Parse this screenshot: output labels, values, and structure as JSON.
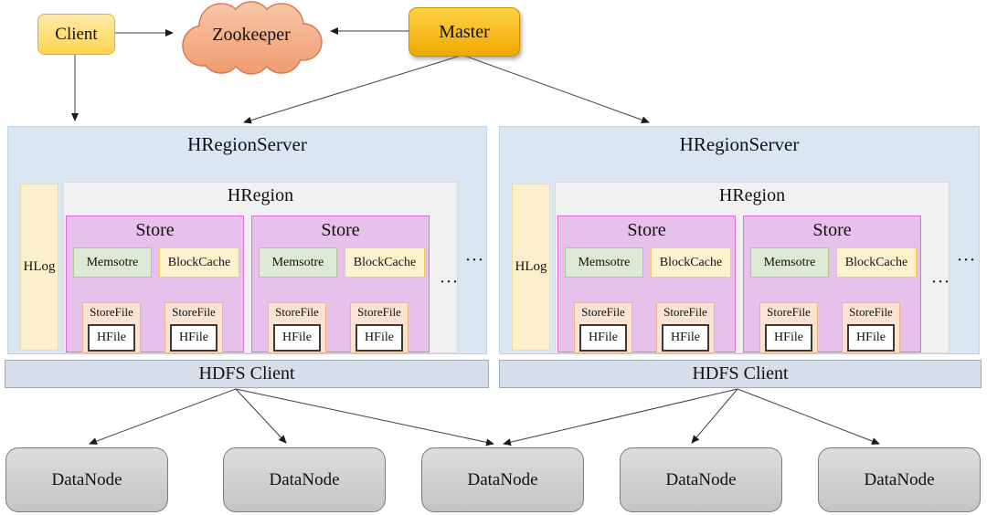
{
  "colors": {
    "region_server_fill": "#dae6f2",
    "hregion_fill": "#f1f1f1",
    "store_fill": "#e5c1ec",
    "store_border": "#e36be0",
    "memstore_fill": "#dde9d5",
    "blockcache_fill": "#fcf2ce",
    "storefile_fill": "#fae3d3",
    "hlog_fill": "#fbf0cb",
    "hdfs_fill": "#d8dee9",
    "datanode_fill": "#cfcfcf",
    "client_fill": "#ffd44e",
    "master_fill": "#ffc107",
    "zookeeper_fill": "#f4a97f"
  },
  "nodes": {
    "client": {
      "label": "Client"
    },
    "zookeeper": {
      "label": "Zookeeper"
    },
    "master": {
      "label": "Master"
    }
  },
  "region_servers": [
    {
      "title": "HRegionServer",
      "hlog_label": "HLog",
      "hregion_title": "HRegion",
      "ellipsis_inner": "···",
      "ellipsis_outer": "···",
      "stores": [
        {
          "title": "Store",
          "memstore_label": "Memsotre",
          "blockcache_label": "BlockCache",
          "store_files": [
            {
              "label": "StoreFile",
              "hfile_label": "HFile"
            },
            {
              "label": "StoreFile",
              "hfile_label": "HFile"
            }
          ]
        },
        {
          "title": "Store",
          "memstore_label": "Memsotre",
          "blockcache_label": "BlockCache",
          "store_files": [
            {
              "label": "StoreFile",
              "hfile_label": "HFile"
            },
            {
              "label": "StoreFile",
              "hfile_label": "HFile"
            }
          ]
        }
      ]
    },
    {
      "title": "HRegionServer",
      "hlog_label": "HLog",
      "hregion_title": "HRegion",
      "ellipsis_inner": "···",
      "ellipsis_outer": "···",
      "stores": [
        {
          "title": "Store",
          "memstore_label": "Memsotre",
          "blockcache_label": "BlockCache",
          "store_files": [
            {
              "label": "StoreFile",
              "hfile_label": "HFile"
            },
            {
              "label": "StoreFile",
              "hfile_label": "HFile"
            }
          ]
        },
        {
          "title": "Store",
          "memstore_label": "Memsotre",
          "blockcache_label": "BlockCache",
          "store_files": [
            {
              "label": "StoreFile",
              "hfile_label": "HFile"
            },
            {
              "label": "StoreFile",
              "hfile_label": "HFile"
            }
          ]
        }
      ]
    }
  ],
  "hdfs_clients": [
    {
      "label": "HDFS Client"
    },
    {
      "label": "HDFS Client"
    }
  ],
  "data_nodes": [
    {
      "label": "DataNode"
    },
    {
      "label": "DataNode"
    },
    {
      "label": "DataNode"
    },
    {
      "label": "DataNode"
    },
    {
      "label": "DataNode"
    }
  ]
}
